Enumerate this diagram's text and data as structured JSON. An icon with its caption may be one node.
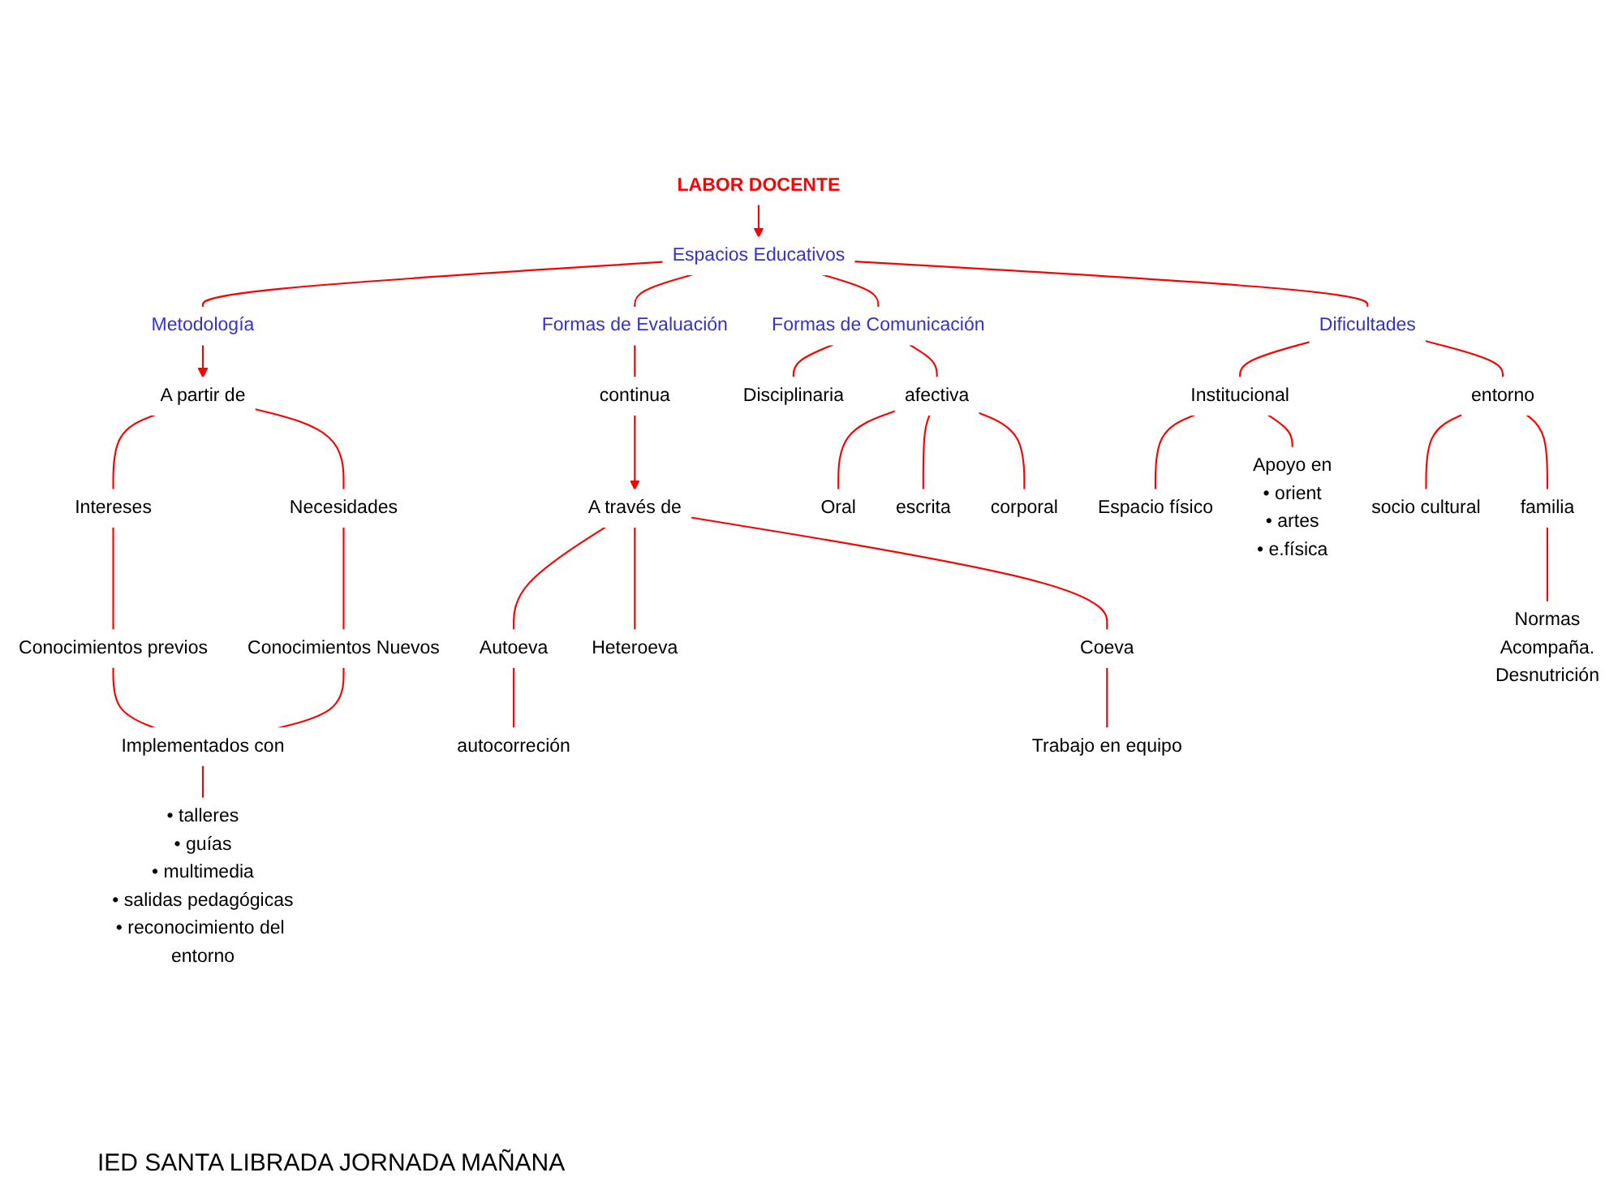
{
  "diagram": {
    "nodes": [
      {
        "text": [
          "LABOR DOCENTE"
        ]
      },
      {
        "text": [
          "Espacios Educativos"
        ]
      },
      {
        "text": [
          "Metodología"
        ]
      },
      {
        "text": [
          "Formas de Evaluación"
        ]
      },
      {
        "text": [
          "Formas de Comunicación"
        ]
      },
      {
        "text": [
          "Dificultades"
        ]
      },
      {
        "text": [
          "A partir de"
        ]
      },
      {
        "text": [
          "Intereses"
        ]
      },
      {
        "text": [
          "Necesidades"
        ]
      },
      {
        "text": [
          "Conocimientos previos"
        ]
      },
      {
        "text": [
          "Conocimientos Nuevos"
        ]
      },
      {
        "text": [
          "Implementados con"
        ]
      },
      {
        "text": [
          "• talleres",
          "• guías",
          "• multimedia",
          "• salidas pedagógicas",
          "• reconocimiento del entorno"
        ]
      },
      {
        "text": [
          "continua"
        ]
      },
      {
        "text": [
          "A través de"
        ]
      },
      {
        "text": [
          "Autoeva"
        ]
      },
      {
        "text": [
          "Heteroeva"
        ]
      },
      {
        "text": [
          "Coeva"
        ]
      },
      {
        "text": [
          "autocorreción"
        ]
      },
      {
        "text": [
          "Trabajo en equipo"
        ]
      },
      {
        "text": [
          "Disciplinaria"
        ]
      },
      {
        "text": [
          "afectiva"
        ]
      },
      {
        "text": [
          "Oral"
        ]
      },
      {
        "text": [
          "escrita"
        ]
      },
      {
        "text": [
          "corporal"
        ]
      },
      {
        "text": [
          "Institucional"
        ]
      },
      {
        "text": [
          "entorno"
        ]
      },
      {
        "text": [
          "Espacio físico"
        ]
      },
      {
        "text": [
          "Apoyo en",
          "• orient",
          "• artes",
          "• e.física"
        ]
      },
      {
        "text": [
          "socio cultural"
        ]
      },
      {
        "text": [
          "familia"
        ]
      },
      {
        "text": [
          "Normas",
          "Acompaña.",
          "Desnutrición"
        ]
      }
    ],
    "edges": [
      {
        "from": 0,
        "to": 1,
        "arrow": "to"
      },
      {
        "from": 1,
        "to": 2,
        "arrow": "none"
      },
      {
        "from": 1,
        "to": 3,
        "arrow": "none"
      },
      {
        "from": 1,
        "to": 4,
        "arrow": "none"
      },
      {
        "from": 1,
        "to": 5,
        "arrow": "none"
      },
      {
        "from": 2,
        "to": 6,
        "arrow": "to"
      },
      {
        "from": 6,
        "to": 7,
        "arrow": "none"
      },
      {
        "from": 6,
        "to": 8,
        "arrow": "none"
      },
      {
        "from": 7,
        "to": 9,
        "arrow": "none"
      },
      {
        "from": 8,
        "to": 10,
        "arrow": "none"
      },
      {
        "from": 9,
        "to": 11,
        "arrow": "none"
      },
      {
        "from": 10,
        "to": 11,
        "arrow": "none"
      },
      {
        "from": 11,
        "to": 12,
        "arrow": "none"
      },
      {
        "from": 3,
        "to": 13,
        "arrow": "none"
      },
      {
        "from": 13,
        "to": 14,
        "arrow": "to"
      },
      {
        "from": 14,
        "to": 15,
        "arrow": "none"
      },
      {
        "from": 14,
        "to": 16,
        "arrow": "none"
      },
      {
        "from": 14,
        "to": 17,
        "arrow": "none"
      },
      {
        "from": 15,
        "to": 18,
        "arrow": "none"
      },
      {
        "from": 17,
        "to": 19,
        "arrow": "none"
      },
      {
        "from": 4,
        "to": 20,
        "arrow": "none"
      },
      {
        "from": 4,
        "to": 21,
        "arrow": "none"
      },
      {
        "from": 21,
        "to": 22,
        "arrow": "none"
      },
      {
        "from": 21,
        "to": 23,
        "arrow": "none"
      },
      {
        "from": 21,
        "to": 24,
        "arrow": "none"
      },
      {
        "from": 5,
        "to": 25,
        "arrow": "none"
      },
      {
        "from": 5,
        "to": 26,
        "arrow": "none"
      },
      {
        "from": 25,
        "to": 27,
        "arrow": "none"
      },
      {
        "from": 25,
        "to": 28,
        "arrow": "none"
      },
      {
        "from": 26,
        "to": 29,
        "arrow": "none"
      },
      {
        "from": 26,
        "to": 30,
        "arrow": "none"
      },
      {
        "from": 30,
        "to": 31,
        "arrow": "none"
      }
    ],
    "labels": [
      "IED SANTA LIBRADA JORNADA MAÑANA"
    ]
  }
}
